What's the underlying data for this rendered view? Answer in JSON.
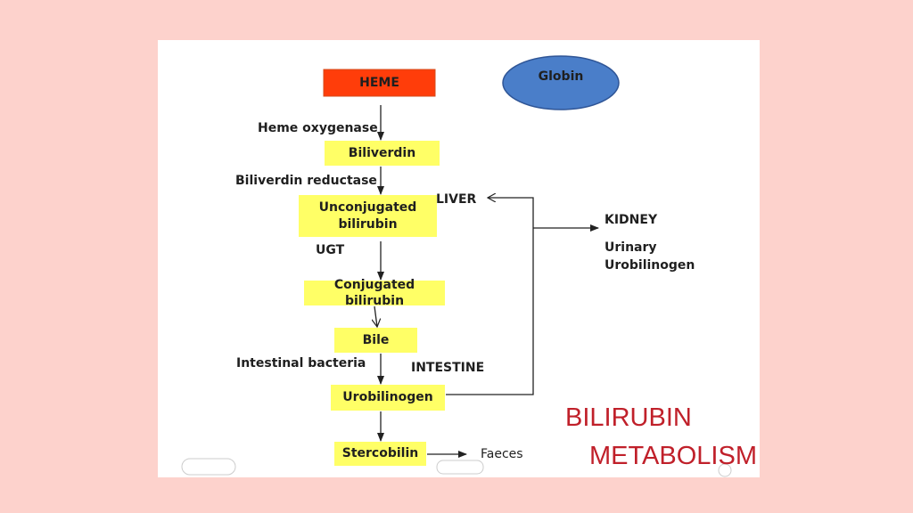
{
  "nodes": {
    "heme": "HEME",
    "globin": "Globin",
    "biliverdin": "Biliverdin",
    "unconjugated": "Unconjugated bilirubin",
    "conjugated": "Conjugated bilirubin",
    "bile": "Bile",
    "urobilinogen": "Urobilinogen",
    "stercobilin": "Stercobilin"
  },
  "labels": {
    "heme_oxygenase": "Heme oxygenase",
    "biliverdin_reductase": "Biliverdin reductase",
    "ugt": "UGT",
    "liver": "LIVER",
    "kidney": "KIDNEY",
    "urinary_1": "Urinary",
    "urinary_2": "Urobilinogen",
    "intestinal_bacteria": "Intestinal bacteria",
    "intestine": "INTESTINE",
    "faeces": "Faeces"
  },
  "title": {
    "line1": "BILIRUBIN",
    "line2": "METABOLISM"
  },
  "colors": {
    "page_background": "#fdd2cc",
    "heme_fill": "#ff3d0a",
    "yellow_box_fill": "#ffff66",
    "globin_fill": "#4a7ec9",
    "title_color": "#c0202a"
  }
}
